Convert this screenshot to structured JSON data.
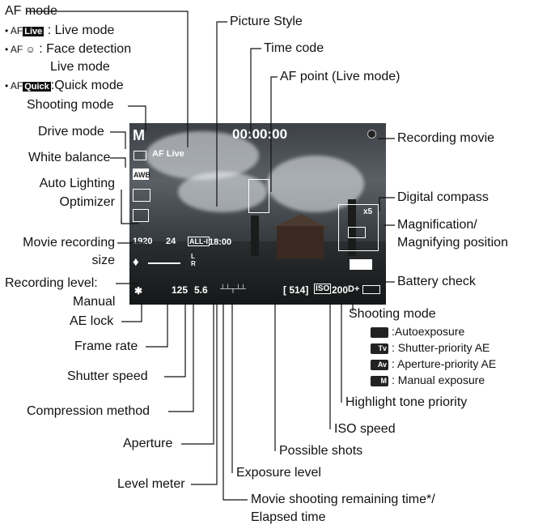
{
  "labels": {
    "af_mode": "AF mode",
    "af_live": ": Live mode",
    "af_face": ": Face detection",
    "af_face2": "Live mode",
    "af_quick": ":Quick mode",
    "shooting_mode": "Shooting mode",
    "drive_mode": "Drive mode",
    "white_balance": "White balance",
    "alo_1": "Auto Lighting",
    "alo_2": "Optimizer",
    "movie_size_1": "Movie recording",
    "movie_size_2": "size",
    "rec_level_1": "Recording level:",
    "rec_level_2": "Manual",
    "ae_lock": "AE lock",
    "frame_rate": "Frame rate",
    "shutter_speed": "Shutter speed",
    "compression": "Compression method",
    "aperture": "Aperture",
    "level_meter": "Level meter",
    "picture_style": "Picture Style",
    "time_code": "Time code",
    "af_point": "AF point (Live mode)",
    "recording_movie": "Recording movie",
    "digital_compass": "Digital compass",
    "magnification_1": "Magnification/",
    "magnification_2": "Magnifying position",
    "battery_check": "Battery check",
    "shooting_mode_r": "Shooting mode",
    "highlight_tone": "Highlight tone priority",
    "iso_speed": "ISO speed",
    "possible_shots": "Possible shots",
    "exposure_level": "Exposure level",
    "remaining_1": "Movie shooting remaining time*/",
    "remaining_2": "Elapsed time"
  },
  "shooting_modes": [
    {
      "chip": "",
      "label": ":Autoexposure"
    },
    {
      "chip": "Tv",
      "label": ": Shutter-priority AE"
    },
    {
      "chip": "Av",
      "label": ": Aperture-priority AE"
    },
    {
      "chip": "M",
      "label": ": Manual exposure"
    }
  ],
  "osd": {
    "mode": "M",
    "timecode": "00:00:00",
    "af_live": "AF Live",
    "wb": "AWB",
    "movie_size": "1920",
    "frame_rate": "24",
    "compression": "ALL-I",
    "remaining": "18:00",
    "shutter": "125",
    "aperture": "5.6",
    "shots": "[ 514]",
    "iso_label": "ISO",
    "iso": "200",
    "htp": "D+",
    "mag": "x5",
    "af_prefix": "AF"
  },
  "colors": {
    "line": "#111111",
    "osd_text": "#ffffff"
  }
}
